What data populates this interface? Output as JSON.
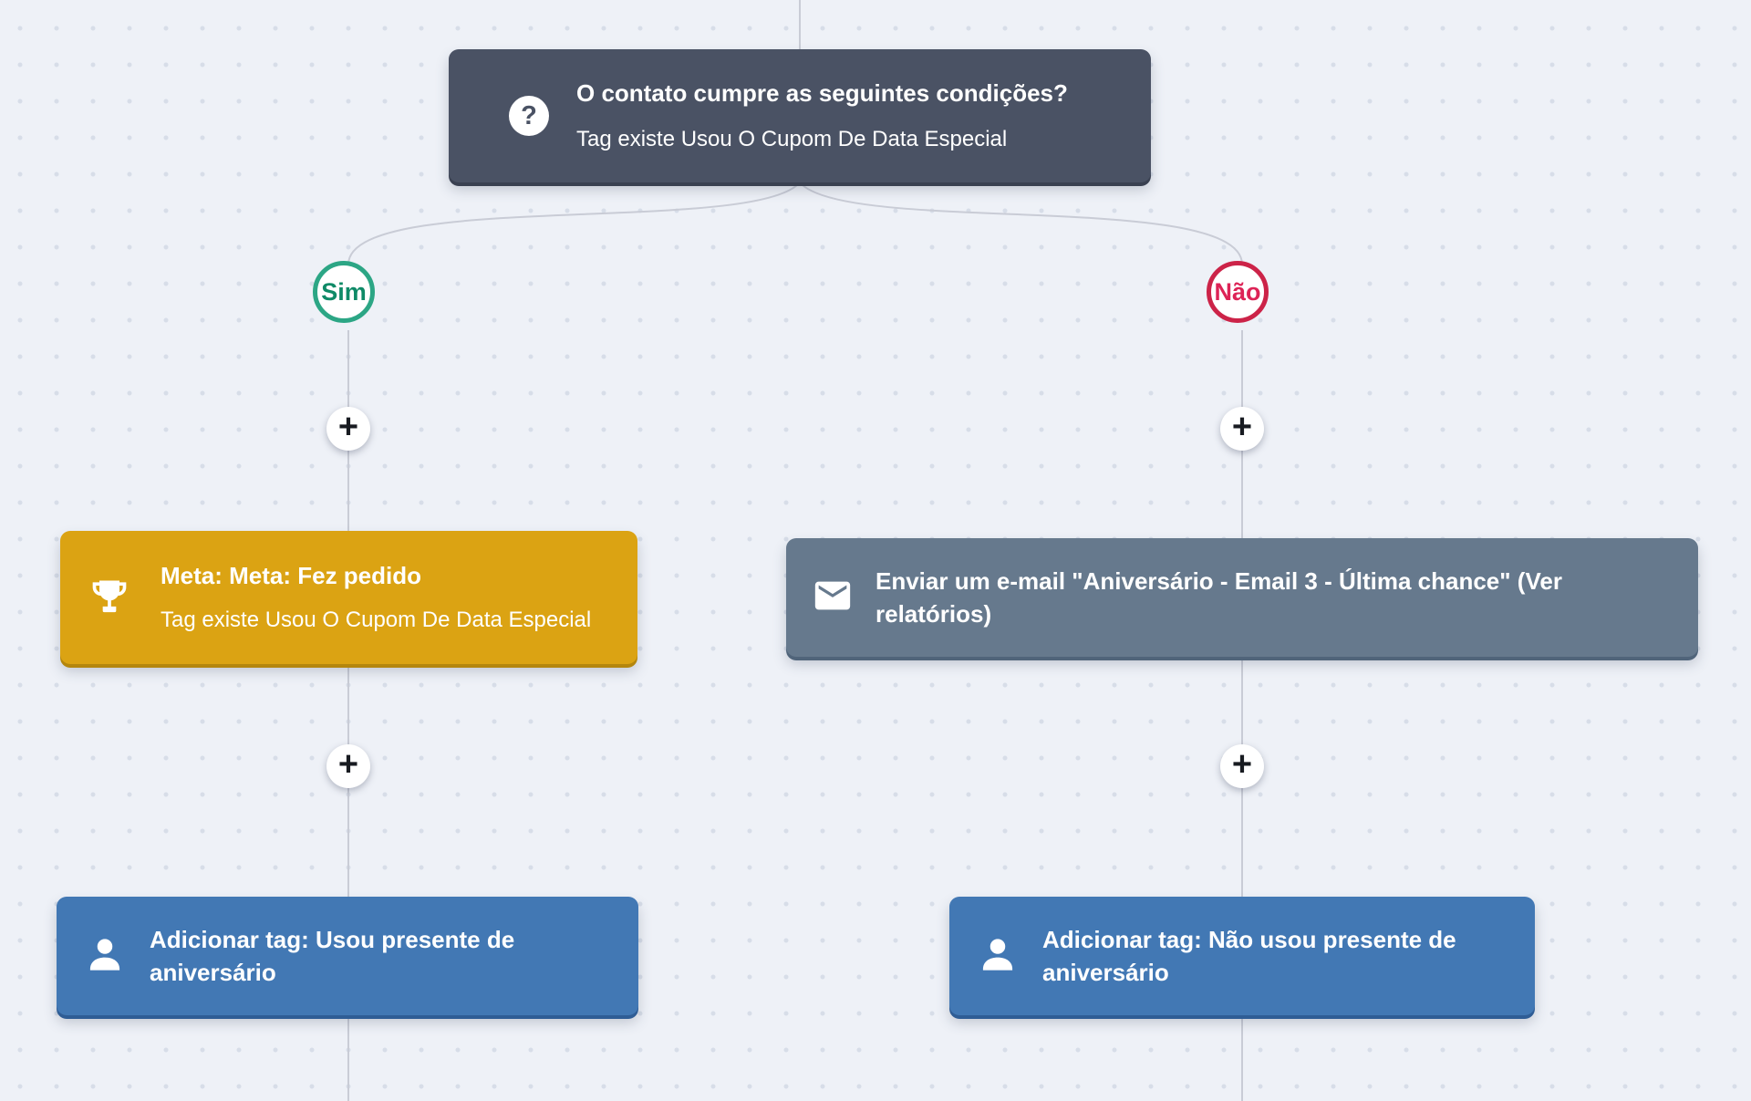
{
  "canvas": {
    "background_color": "#eef1f7",
    "dot_color": "#d7dde8",
    "connector_color": "#c9ccd6"
  },
  "condition_node": {
    "icon": "question-icon",
    "icon_glyph": "?",
    "title": "O contato cumpre as seguintes condições?",
    "subtitle": "Tag existe Usou O Cupom De Data Especial",
    "color": "#4a5264"
  },
  "branches": {
    "yes_label": "Sim",
    "yes_color": "#2ca685",
    "no_label": "Não",
    "no_color": "#cc2348"
  },
  "add_step_label": "+",
  "goal_node": {
    "icon": "trophy-icon",
    "title": "Meta: Meta: Fez pedido",
    "subtitle": "Tag existe Usou O Cupom De Data Especial",
    "color": "#dba313"
  },
  "email_node": {
    "icon": "envelope-icon",
    "title": "Enviar um e-mail \"Aniversário - Email 3 - Última chance\" (Ver relatórios)",
    "color": "#66798d"
  },
  "tag_yes_node": {
    "icon": "person-icon",
    "title": "Adicionar tag: Usou presente de aniversário",
    "color": "#4278b4"
  },
  "tag_no_node": {
    "icon": "person-icon",
    "title": "Adicionar tag: Não usou presente de aniversário",
    "color": "#4278b4"
  }
}
